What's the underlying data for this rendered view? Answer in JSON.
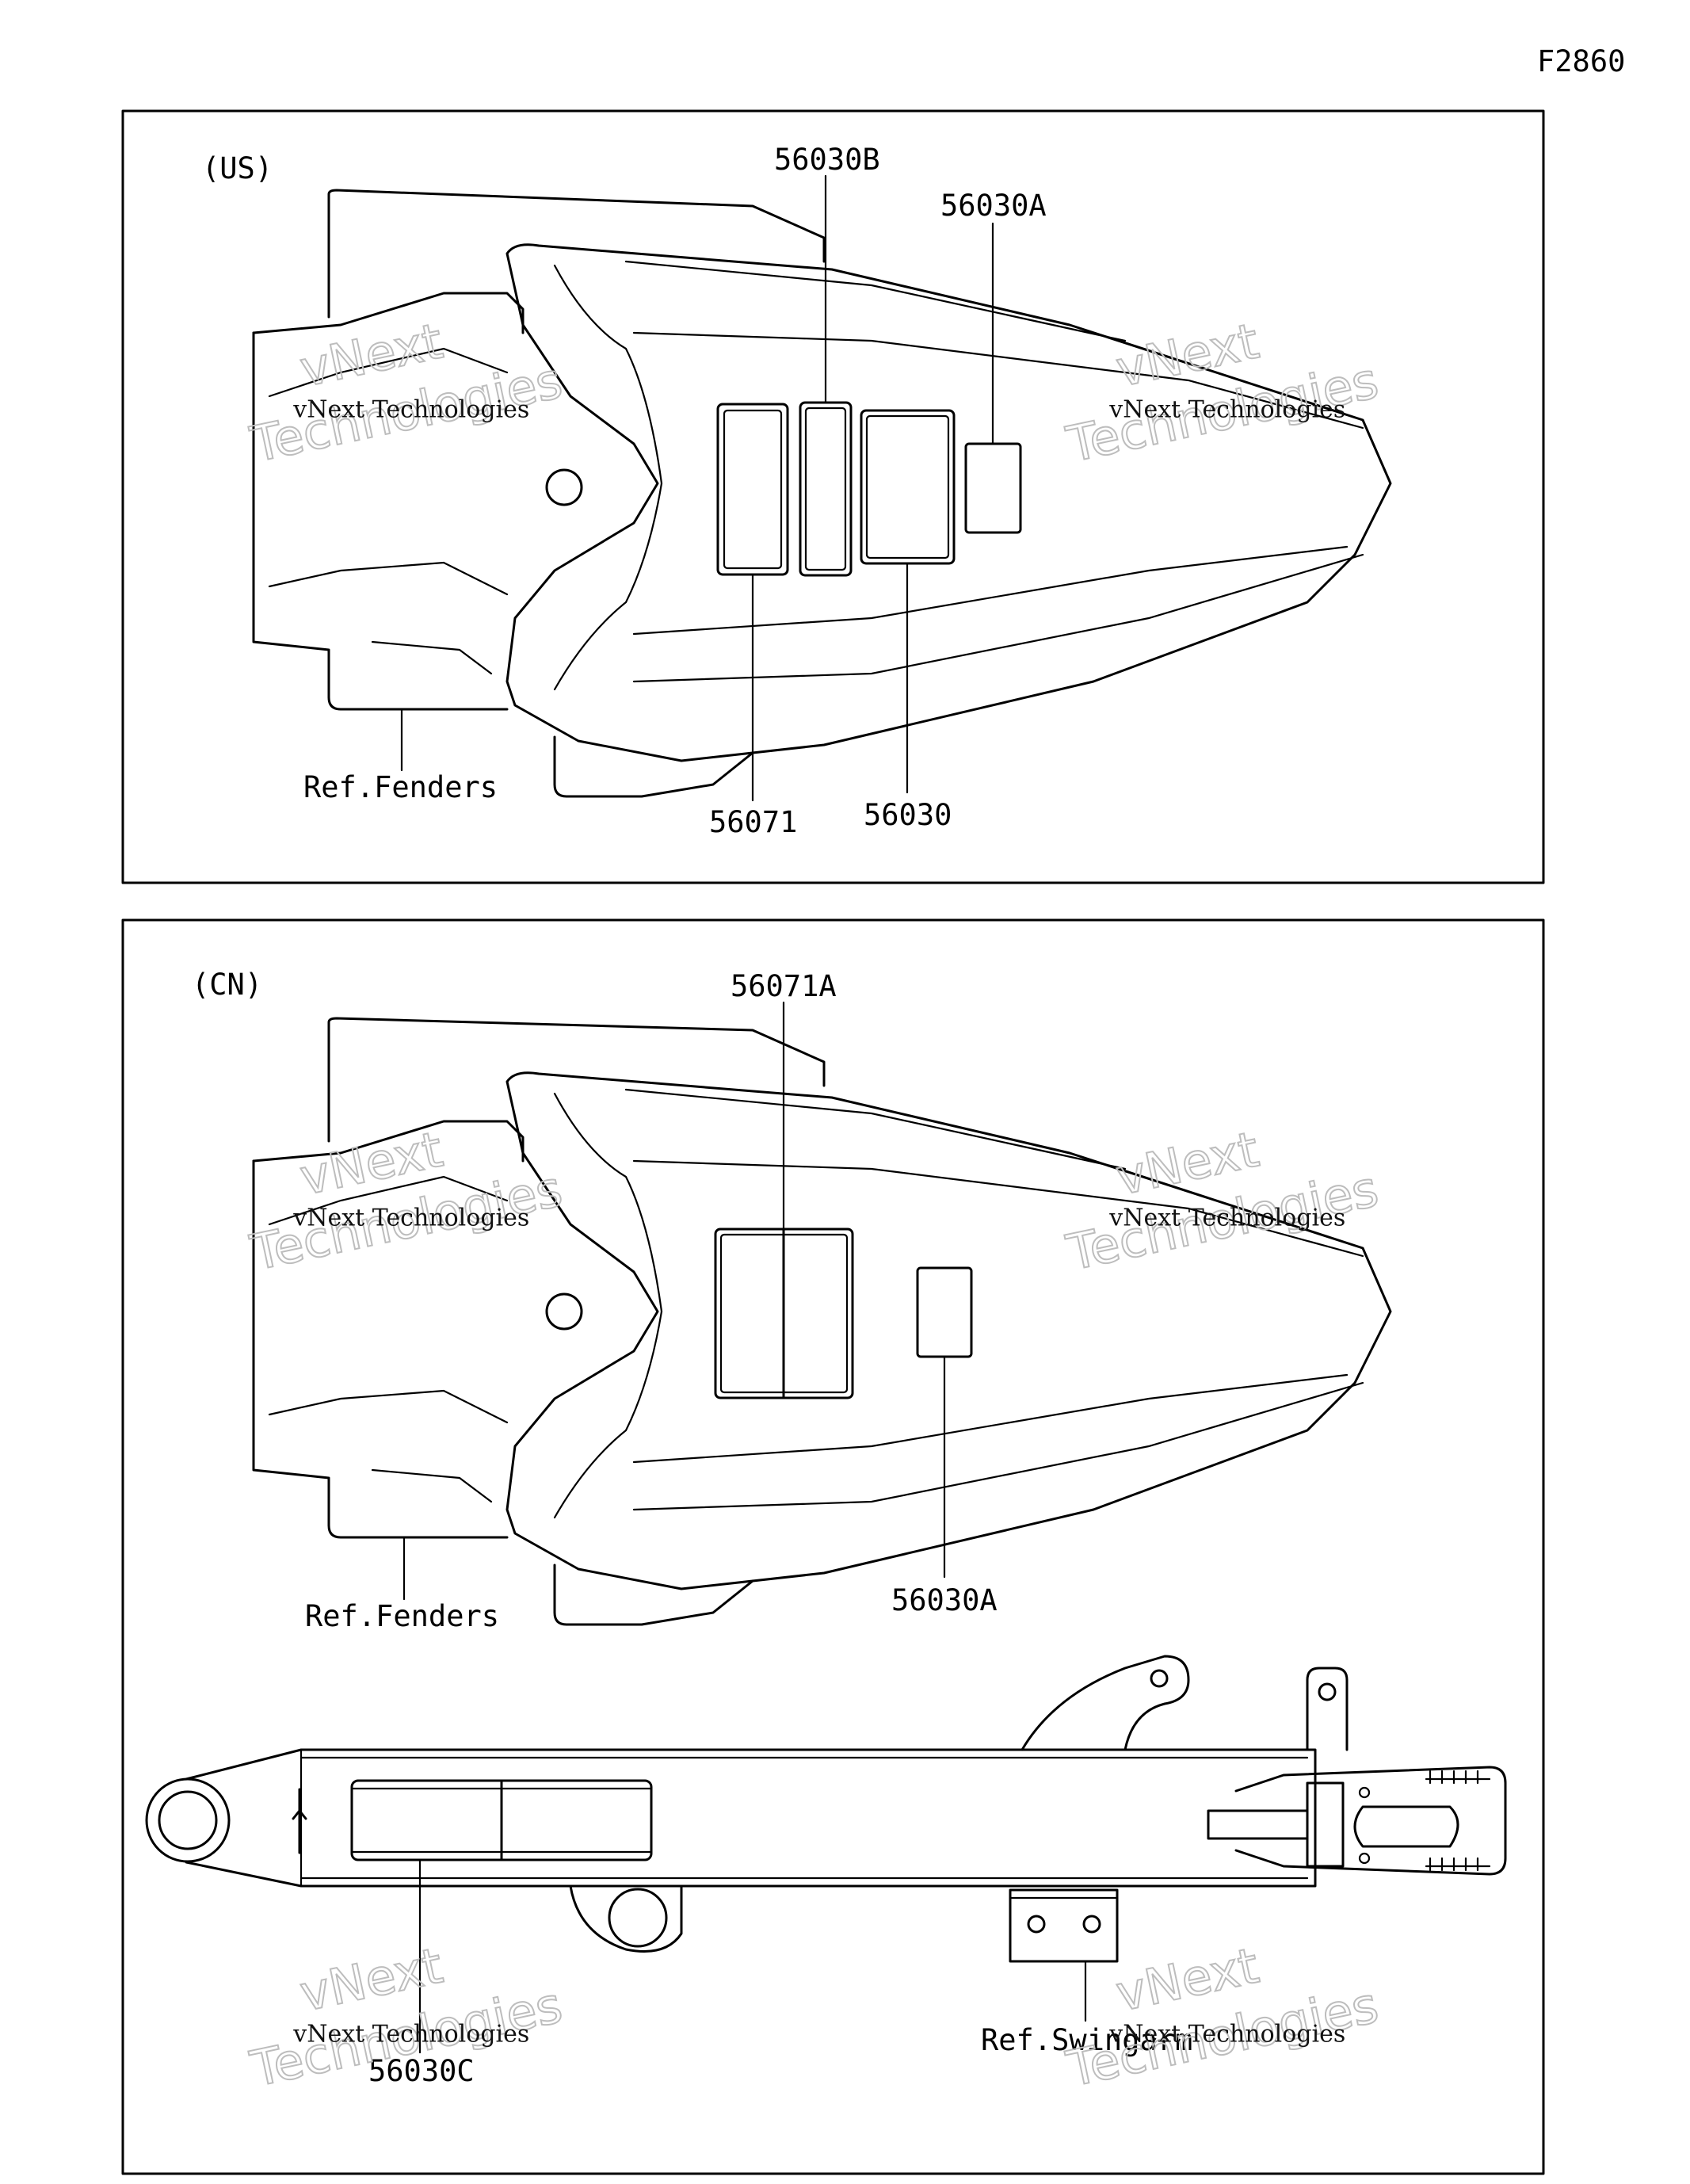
{
  "figure_code": "F2860",
  "panels": [
    {
      "id": "us",
      "region": "(US)",
      "labels": [
        "56030B",
        "56030A",
        "56071",
        "56030",
        "Ref.Fenders"
      ]
    },
    {
      "id": "cn",
      "region": "(CN)",
      "labels": [
        "56071A",
        "56030A",
        "Ref.Fenders",
        "56030C",
        "Ref.Swingarm"
      ]
    }
  ],
  "watermark": {
    "brand_line1": "vNext",
    "brand_line2": "Technologies",
    "tagline": "vNext Technologies"
  },
  "colors": {
    "line": "#000000",
    "watermark_outline": "#bdbdbd",
    "background": "#ffffff"
  }
}
